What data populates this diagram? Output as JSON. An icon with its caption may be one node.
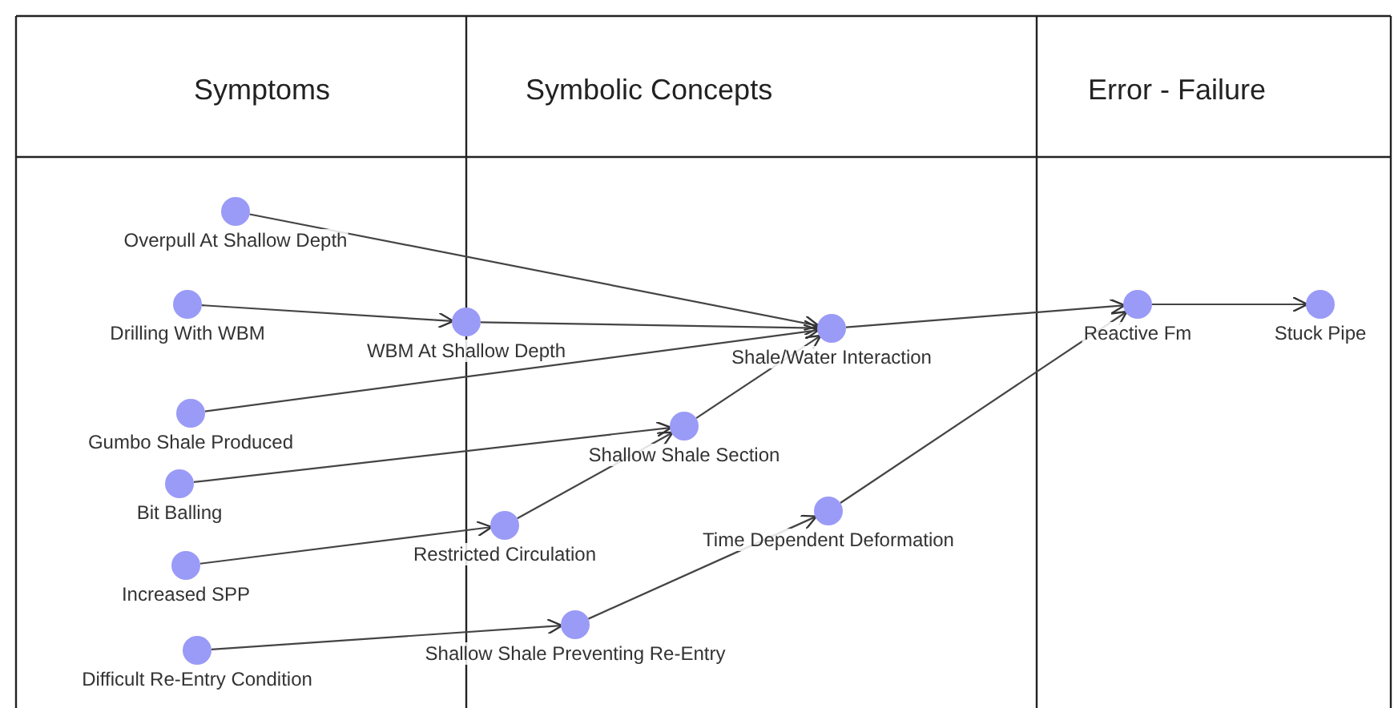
{
  "diagram": {
    "nodes": [
      {
        "text": [
          "Overpull At Shallow Depth"
        ]
      },
      {
        "text": [
          "Drilling With WBM"
        ]
      },
      {
        "text": [
          "Gumbo Shale Produced"
        ]
      },
      {
        "text": [
          "Bit Balling"
        ]
      },
      {
        "text": [
          "Increased SPP"
        ]
      },
      {
        "text": [
          "Difficult Re-Entry Condition"
        ]
      },
      {
        "text": [
          "WBM At Shallow Depth"
        ]
      },
      {
        "text": [
          "Shale/Water Interaction"
        ]
      },
      {
        "text": [
          "Shallow Shale Section"
        ]
      },
      {
        "text": [
          "Restricted Circulation"
        ]
      },
      {
        "text": [
          "Time Dependent Deformation"
        ]
      },
      {
        "text": [
          "Shallow Shale Preventing Re-Entry"
        ]
      },
      {
        "text": [
          "Reactive Fm"
        ]
      },
      {
        "text": [
          "Stuck Pipe"
        ]
      }
    ],
    "edges": [
      {
        "from": 0,
        "to": 7,
        "arrow": "to"
      },
      {
        "from": 1,
        "to": 6,
        "arrow": "to"
      },
      {
        "from": 6,
        "to": 7,
        "arrow": "to"
      },
      {
        "from": 2,
        "to": 7,
        "arrow": "to"
      },
      {
        "from": 3,
        "to": 8,
        "arrow": "to"
      },
      {
        "from": 8,
        "to": 7,
        "arrow": "to"
      },
      {
        "from": 4,
        "to": 9,
        "arrow": "to"
      },
      {
        "from": 9,
        "to": 8,
        "arrow": "to"
      },
      {
        "from": 5,
        "to": 11,
        "arrow": "to"
      },
      {
        "from": 11,
        "to": 10,
        "arrow": "to"
      },
      {
        "from": 10,
        "to": 12,
        "arrow": "to"
      },
      {
        "from": 7,
        "to": 12,
        "arrow": "to"
      },
      {
        "from": 12,
        "to": 13,
        "arrow": "to"
      }
    ],
    "labels": [
      "Symptoms",
      "Symbolic Concepts",
      "Error - Failure"
    ]
  }
}
